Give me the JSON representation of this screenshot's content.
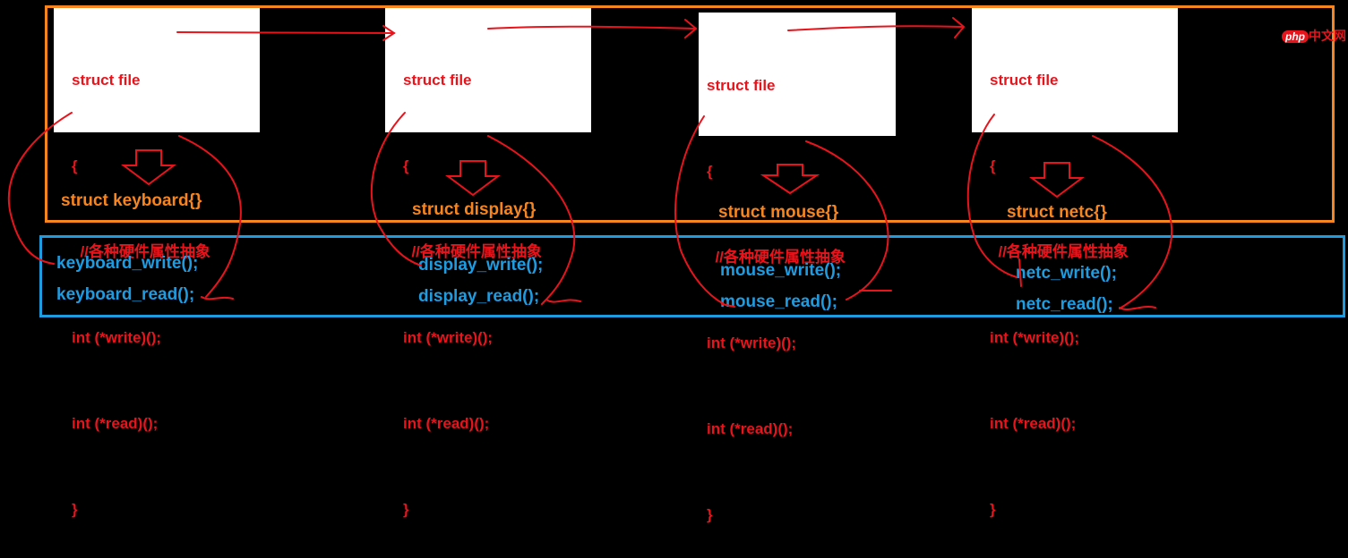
{
  "blocks": [
    {
      "lines": [
        "struct file",
        "{",
        "  //各种硬件属性抽象",
        "int (*write)();",
        "int (*read)();",
        "}"
      ],
      "struct_name": "struct keyboard{}",
      "functions": [
        "keyboard_write();",
        "keyboard_read();"
      ]
    },
    {
      "lines": [
        "struct file",
        "{",
        "  //各种硬件属性抽象",
        "int (*write)();",
        "int (*read)();",
        "}"
      ],
      "struct_name": "struct display{}",
      "functions": [
        "display_write();",
        "display_read();"
      ]
    },
    {
      "lines": [
        "struct file",
        "{",
        "  //各种硬件属性抽象",
        "int (*write)();",
        "int (*read)();",
        "}"
      ],
      "struct_name": "struct mouse{}",
      "functions": [
        "mouse_write();",
        "mouse_read();"
      ]
    },
    {
      "lines": [
        "struct file",
        "{",
        "  //各种硬件属性抽象",
        "int (*write)();",
        "int (*read)();",
        "}"
      ],
      "struct_name": "struct netc{}",
      "functions": [
        "netc_write();",
        "netc_read();"
      ]
    }
  ],
  "watermark": {
    "badge": "php",
    "text": "中文网"
  },
  "colors": {
    "code": "#e8141c",
    "struct": "#f7851f",
    "function": "#1f9be0",
    "background": "#000000"
  }
}
